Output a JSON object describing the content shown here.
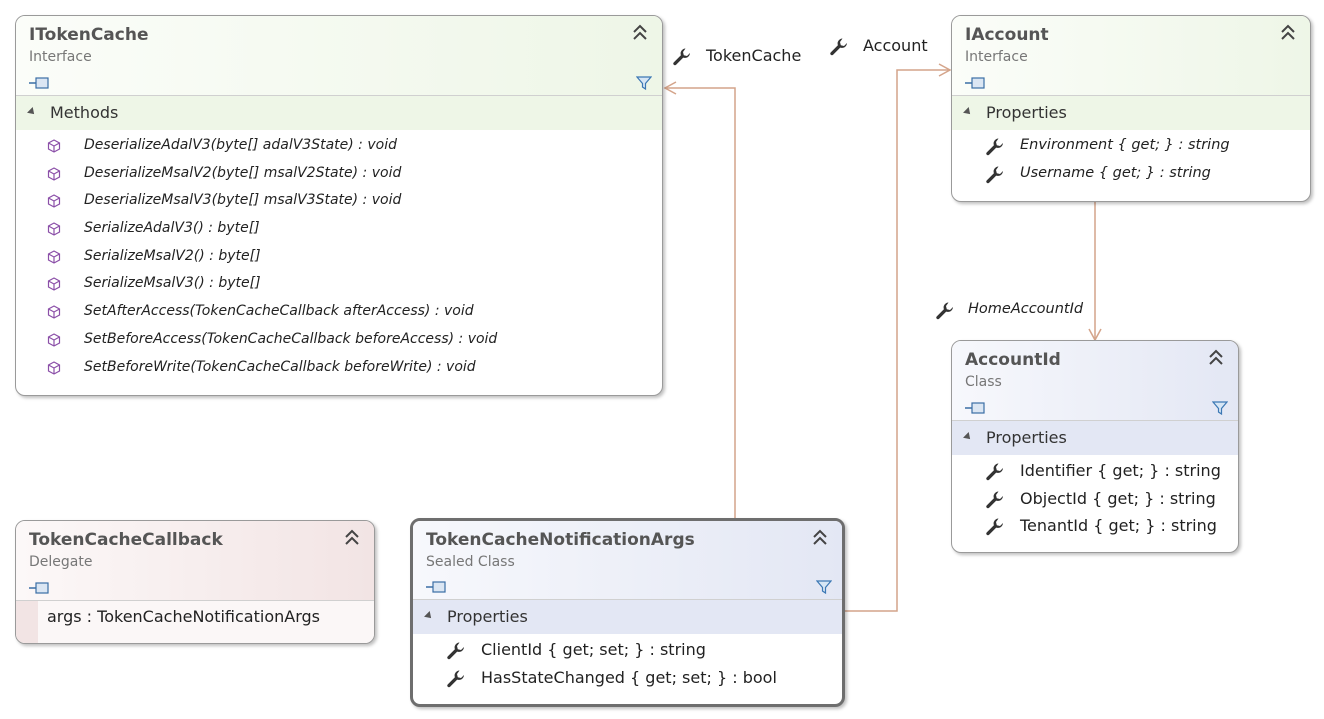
{
  "colors": {
    "connector": "#d4a48a",
    "interface_accent": "#eef6e7",
    "class_accent": "#e3e7f4",
    "delegate_accent": "#f2e4e4"
  },
  "itokencache": {
    "title": "ITokenCache",
    "kind": "Interface",
    "section": "Methods",
    "methods": [
      "DeserializeAdalV3(byte[] adalV3State) : void",
      "DeserializeMsalV2(byte[] msalV2State) : void",
      "DeserializeMsalV3(byte[] msalV3State) : void",
      "SerializeAdalV3() : byte[]",
      "SerializeMsalV2() : byte[]",
      "SerializeMsalV3() : byte[]",
      "SetAfterAccess(TokenCacheCallback afterAccess) : void",
      "SetBeforeAccess(TokenCacheCallback beforeAccess) : void",
      "SetBeforeWrite(TokenCacheCallback beforeWrite) : void"
    ]
  },
  "iaccount": {
    "title": "IAccount",
    "kind": "Interface",
    "section": "Properties",
    "properties": [
      "Environment { get; } : string",
      "Username { get; } : string"
    ]
  },
  "accountid": {
    "title": "AccountId",
    "kind": "Class",
    "section": "Properties",
    "properties": [
      "Identifier { get; } : string",
      "ObjectId { get; } : string",
      "TenantId { get; } : string"
    ]
  },
  "callback": {
    "title": "TokenCacheCallback",
    "kind": "Delegate",
    "param": "args : TokenCacheNotificationArgs"
  },
  "args": {
    "title": "TokenCacheNotificationArgs",
    "kind": "Sealed Class",
    "section": "Properties",
    "properties": [
      "ClientId { get; set; } : string",
      "HasStateChanged { get; set; } : bool"
    ]
  },
  "connectors": {
    "tokencache_label": "TokenCache",
    "account_label": "Account",
    "homeaccountid_label": "HomeAccountId"
  }
}
